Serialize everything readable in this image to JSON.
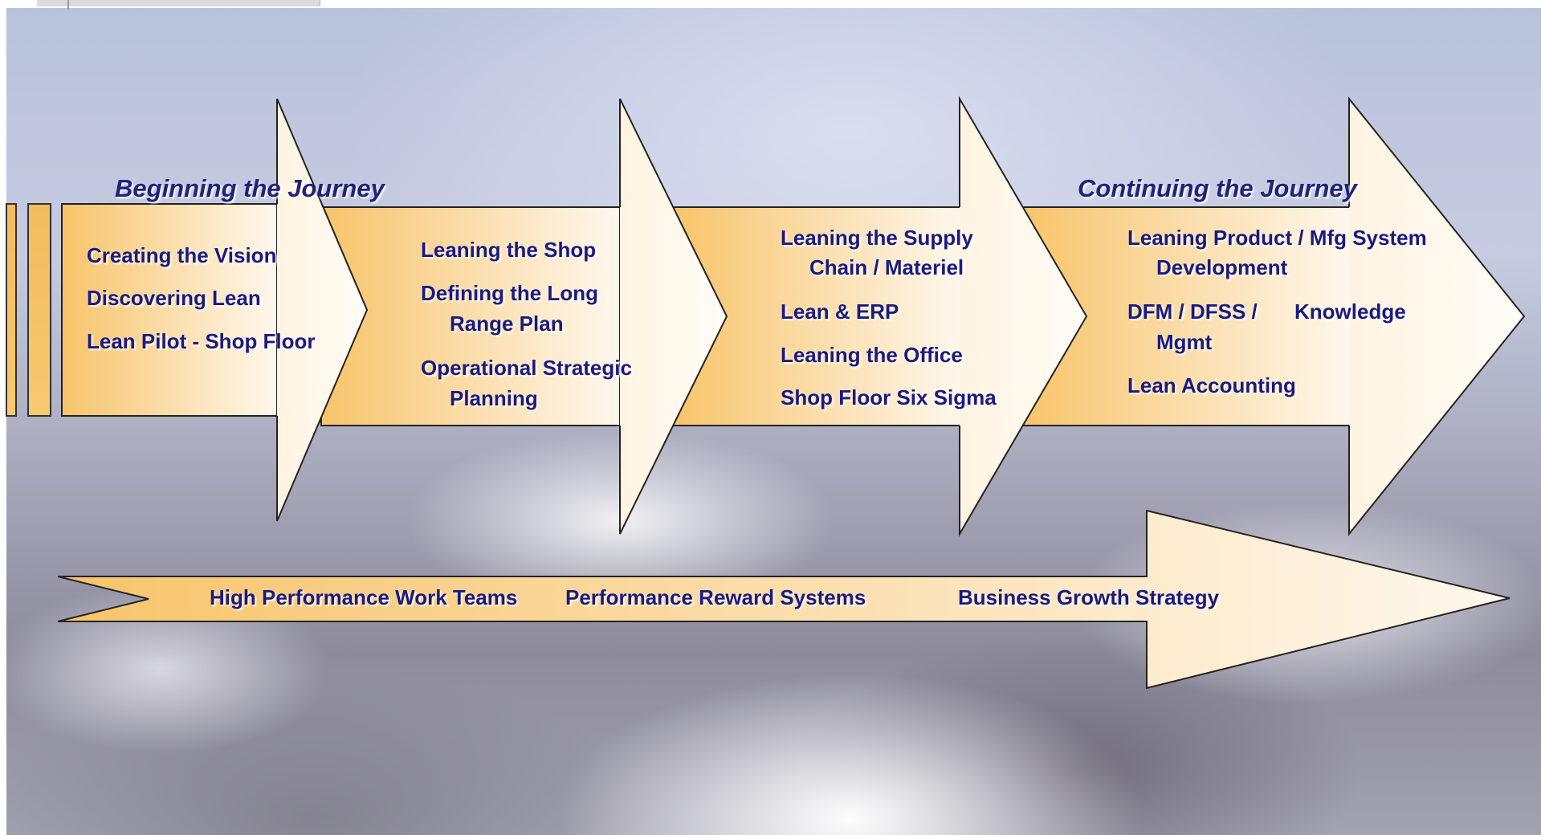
{
  "headings": {
    "beginning": "Beginning the Journey",
    "continuing": "Continuing the Journey"
  },
  "stage1": {
    "item1": "Creating the Vision",
    "item2": "Discovering Lean",
    "item3": "Lean Pilot - Shop Floor"
  },
  "stage2": {
    "item1": "Leaning the Shop",
    "item2_line1": "Defining the Long",
    "item2_line2": "Range Plan",
    "item3_line1": "Operational Strategic",
    "item3_line2": "Planning"
  },
  "stage3": {
    "item1_line1": "Leaning the Supply",
    "item1_line2": "Chain / Materiel",
    "item2": "Lean & ERP",
    "item3": "Leaning the Office",
    "item4": "Shop Floor Six Sigma"
  },
  "stage4": {
    "item1_line1": "Leaning Product / Mfg System",
    "item1_line2": "Development",
    "item2_line1_a": "DFM / DFSS /",
    "item2_line1_b": "Knowledge",
    "item2_line2": "Mgmt",
    "item3": "Lean Accounting"
  },
  "bottom": {
    "item1": "High Performance Work Teams",
    "item2": "Performance Reward Systems",
    "item3": "Business Growth Strategy"
  },
  "colors": {
    "orange": "#f7c46a",
    "cream": "#fff8ee",
    "text": "#1a1a80"
  }
}
